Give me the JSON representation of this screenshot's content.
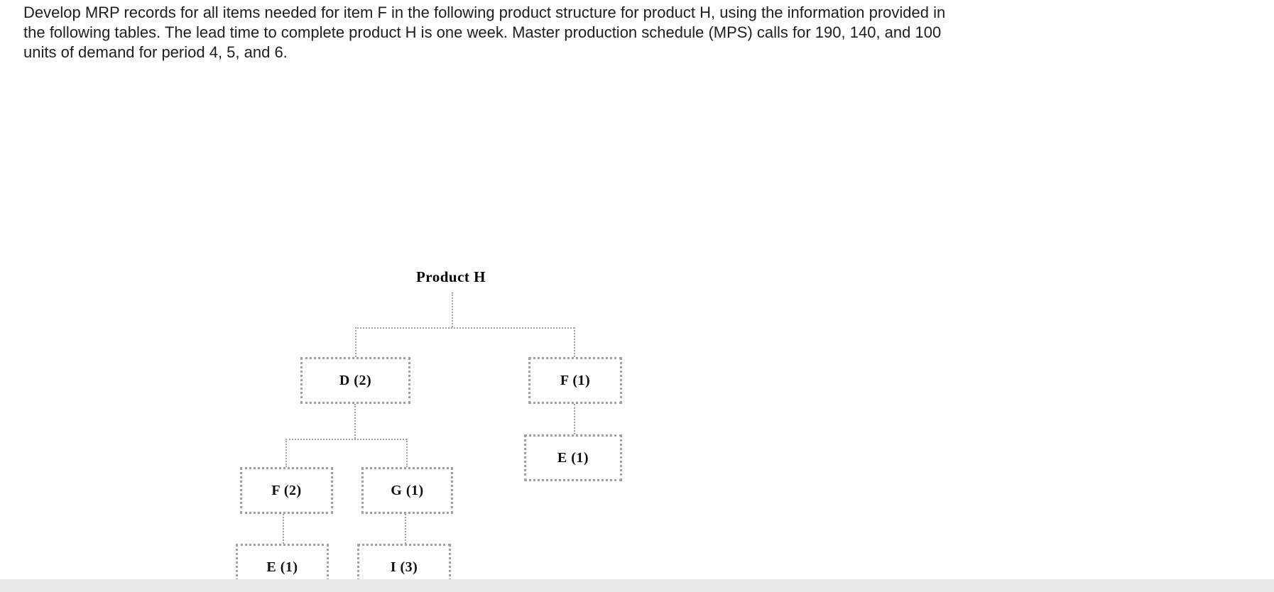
{
  "problem": {
    "line1": "Develop MRP records for all items needed for item F in the following product structure for product H, using the information provided in",
    "line2": "the following tables. The lead time to complete product H is one week. Master production schedule (MPS) calls for 190, 140, and 100",
    "line3": "units of demand for period 4, 5, and 6."
  },
  "diagram": {
    "title": "Product H",
    "tree": {
      "label": "Product H",
      "children": [
        {
          "label": "D (2)",
          "children": [
            {
              "label": "F (2)",
              "children": [
                {
                  "label": "E (1)"
                }
              ]
            },
            {
              "label": "G (1)",
              "children": [
                {
                  "label": "I (3)"
                }
              ]
            }
          ]
        },
        {
          "label": "F (1)",
          "children": [
            {
              "label": "E (1)"
            }
          ]
        }
      ]
    }
  },
  "colors": {
    "background": "#ffffff",
    "bottom_strip": "#e9e9e9",
    "diagram_lines": "#a0a0a0",
    "text": "#1d1d1d"
  }
}
